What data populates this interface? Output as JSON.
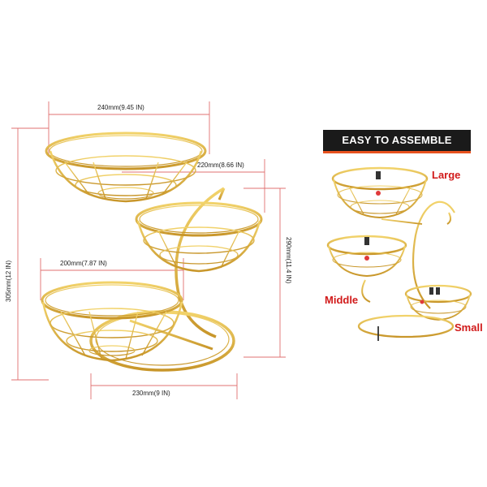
{
  "dimensions": {
    "top_width": "240mm(9.45 IN)",
    "mid_width": "220mm(8.66 IN)",
    "bottom_width": "200mm(7.87 IN)",
    "base_width": "230mm(9 IN)",
    "total_height": "305mm(12 IN)",
    "right_height": "290mm(11.4 IN)"
  },
  "assembly": {
    "banner": "EASY TO ASSEMBLE",
    "large_label": "Large",
    "middle_label": "Middle",
    "small_label": "Small"
  },
  "colors": {
    "gold": "#d9a932",
    "gold_dark": "#b8860b",
    "dim_line": "#e07070",
    "banner_bg": "#1a1a1a",
    "banner_text": "#ffffff",
    "tag_red": "#d11a1a"
  }
}
